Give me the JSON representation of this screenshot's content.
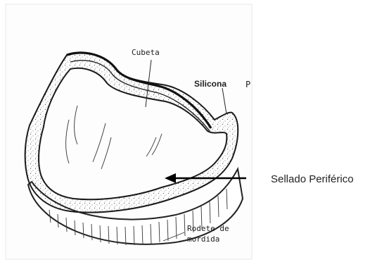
{
  "labels": {
    "cubeta": "Cubeta",
    "silicona": "Silicona",
    "cut_p": "P",
    "sellado": "Sellado Periférico",
    "rodete_line1": "Rodete de",
    "rodete_line2": "mordida"
  }
}
